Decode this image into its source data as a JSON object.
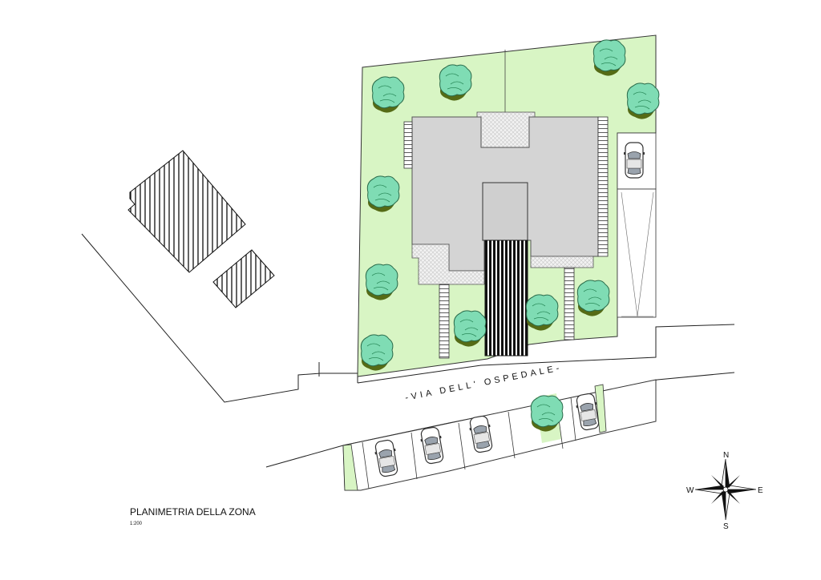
{
  "plan": {
    "road_label": "-VIA DELL' OSPEDALE-",
    "title": "PLANIMETRIA DELLA ZONA",
    "scale": "1:200",
    "compass": {
      "north": "N",
      "south": "S",
      "east": "E",
      "west": "W"
    },
    "colors": {
      "lawn": "#d8f5c4",
      "building": "#d4d4d4",
      "tree_canopy": "#7fdcb4",
      "tree_shadow": "#556b16",
      "lines": "#222222"
    },
    "icons": [
      "tree-symbol",
      "car-symbol",
      "compass-rose",
      "hatched-building"
    ]
  }
}
